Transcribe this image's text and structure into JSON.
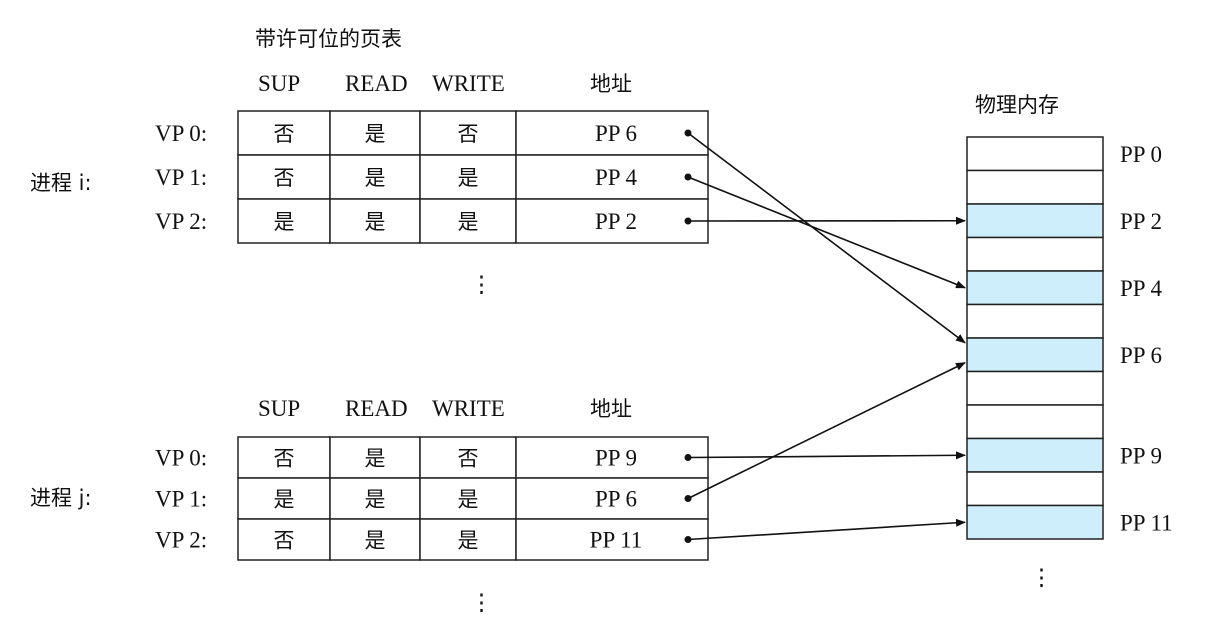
{
  "title": "带许可位的页表",
  "headers": {
    "sup": "SUP",
    "read": "READ",
    "write": "WRITE",
    "addr": "地址"
  },
  "memory": {
    "title": "物理内存",
    "highlight_color": "#cdeefa",
    "labels": [
      {
        "page": 0,
        "label": "PP 0"
      },
      {
        "page": 2,
        "label": "PP 2"
      },
      {
        "page": 4,
        "label": "PP 4"
      },
      {
        "page": 6,
        "label": "PP 6"
      },
      {
        "page": 9,
        "label": "PP 9"
      },
      {
        "page": 11,
        "label": "PP 11"
      }
    ],
    "pages": 12,
    "highlighted": [
      2,
      4,
      6,
      9,
      11
    ],
    "ellipsis": "⋮"
  },
  "processes": [
    {
      "label": "进程 i:",
      "rows": [
        {
          "vp": "VP 0:",
          "sup": "否",
          "read": "是",
          "write": "否",
          "addr": "PP 6",
          "target": 6
        },
        {
          "vp": "VP 1:",
          "sup": "否",
          "read": "是",
          "write": "是",
          "addr": "PP 4",
          "target": 4
        },
        {
          "vp": "VP 2:",
          "sup": "是",
          "read": "是",
          "write": "是",
          "addr": "PP 2",
          "target": 2
        }
      ],
      "ellipsis": "⋮"
    },
    {
      "label": "进程 j:",
      "rows": [
        {
          "vp": "VP 0:",
          "sup": "否",
          "read": "是",
          "write": "否",
          "addr": "PP 9",
          "target": 9
        },
        {
          "vp": "VP 1:",
          "sup": "是",
          "read": "是",
          "write": "是",
          "addr": "PP 6",
          "target": 6
        },
        {
          "vp": "VP 2:",
          "sup": "否",
          "read": "是",
          "write": "是",
          "addr": "PP 11",
          "target": 11
        }
      ],
      "ellipsis": "⋮"
    }
  ]
}
